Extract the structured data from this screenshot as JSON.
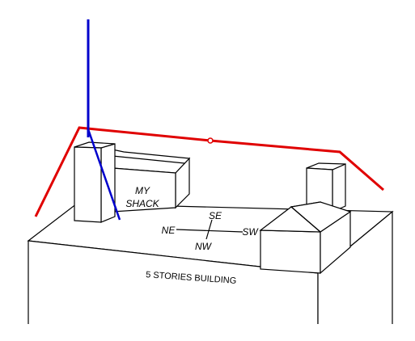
{
  "labels": {
    "shack_line1": "MY",
    "shack_line2": "SHACK",
    "building": "5 STORIES BUILDING",
    "ne": "NE",
    "se": "SE",
    "sw": "SW",
    "nw": "NW"
  },
  "colors": {
    "wire_antenna": "#e00000",
    "vertical_antenna": "#0000cc",
    "outline": "#000000",
    "background": "#ffffff"
  }
}
